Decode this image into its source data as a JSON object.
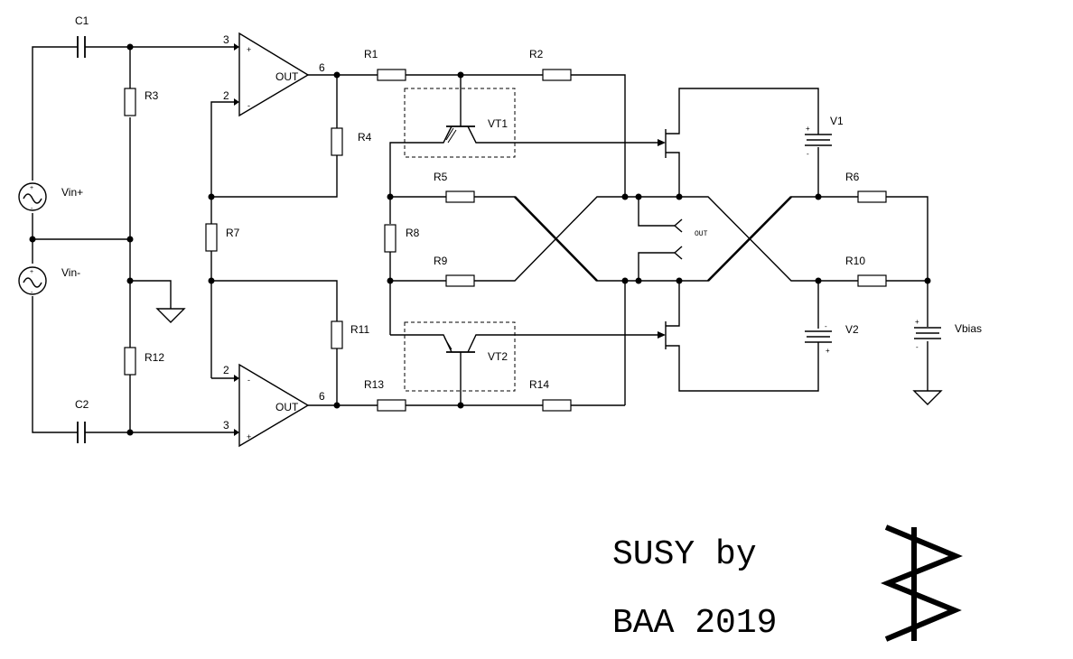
{
  "diagram": {
    "type": "circuit-schematic",
    "components": {
      "C1": "C1",
      "C2": "C2",
      "R1": "R1",
      "R2": "R2",
      "R3": "R3",
      "R4": "R4",
      "R5": "R5",
      "R6": "R6",
      "R7": "R7",
      "R8": "R8",
      "R9": "R9",
      "R10": "R10",
      "R11": "R11",
      "R12": "R12",
      "R13": "R13",
      "R14": "R14",
      "VT1": "VT1",
      "VT2": "VT2",
      "V1": "V1",
      "V2": "V2",
      "Vbias": "Vbias",
      "Vin_plus": "Vin+",
      "Vin_minus": "Vin-"
    },
    "opamp_top": {
      "out_label": "OUT",
      "pin_plus": "3",
      "pin_minus": "2",
      "pin_out": "6",
      "plus_sign": "+",
      "minus_sign": "-"
    },
    "opamp_bottom": {
      "out_label": "OUT",
      "pin_plus": "3",
      "pin_minus": "2",
      "pin_out": "6",
      "plus_sign": "+",
      "minus_sign": "-"
    },
    "battery_signs": {
      "plus": "+",
      "minus": "-"
    },
    "output_port_label": "OUT",
    "title_line1": "SUSY by",
    "title_line2": "BAA 2019",
    "logo": "zigzag-signature"
  }
}
